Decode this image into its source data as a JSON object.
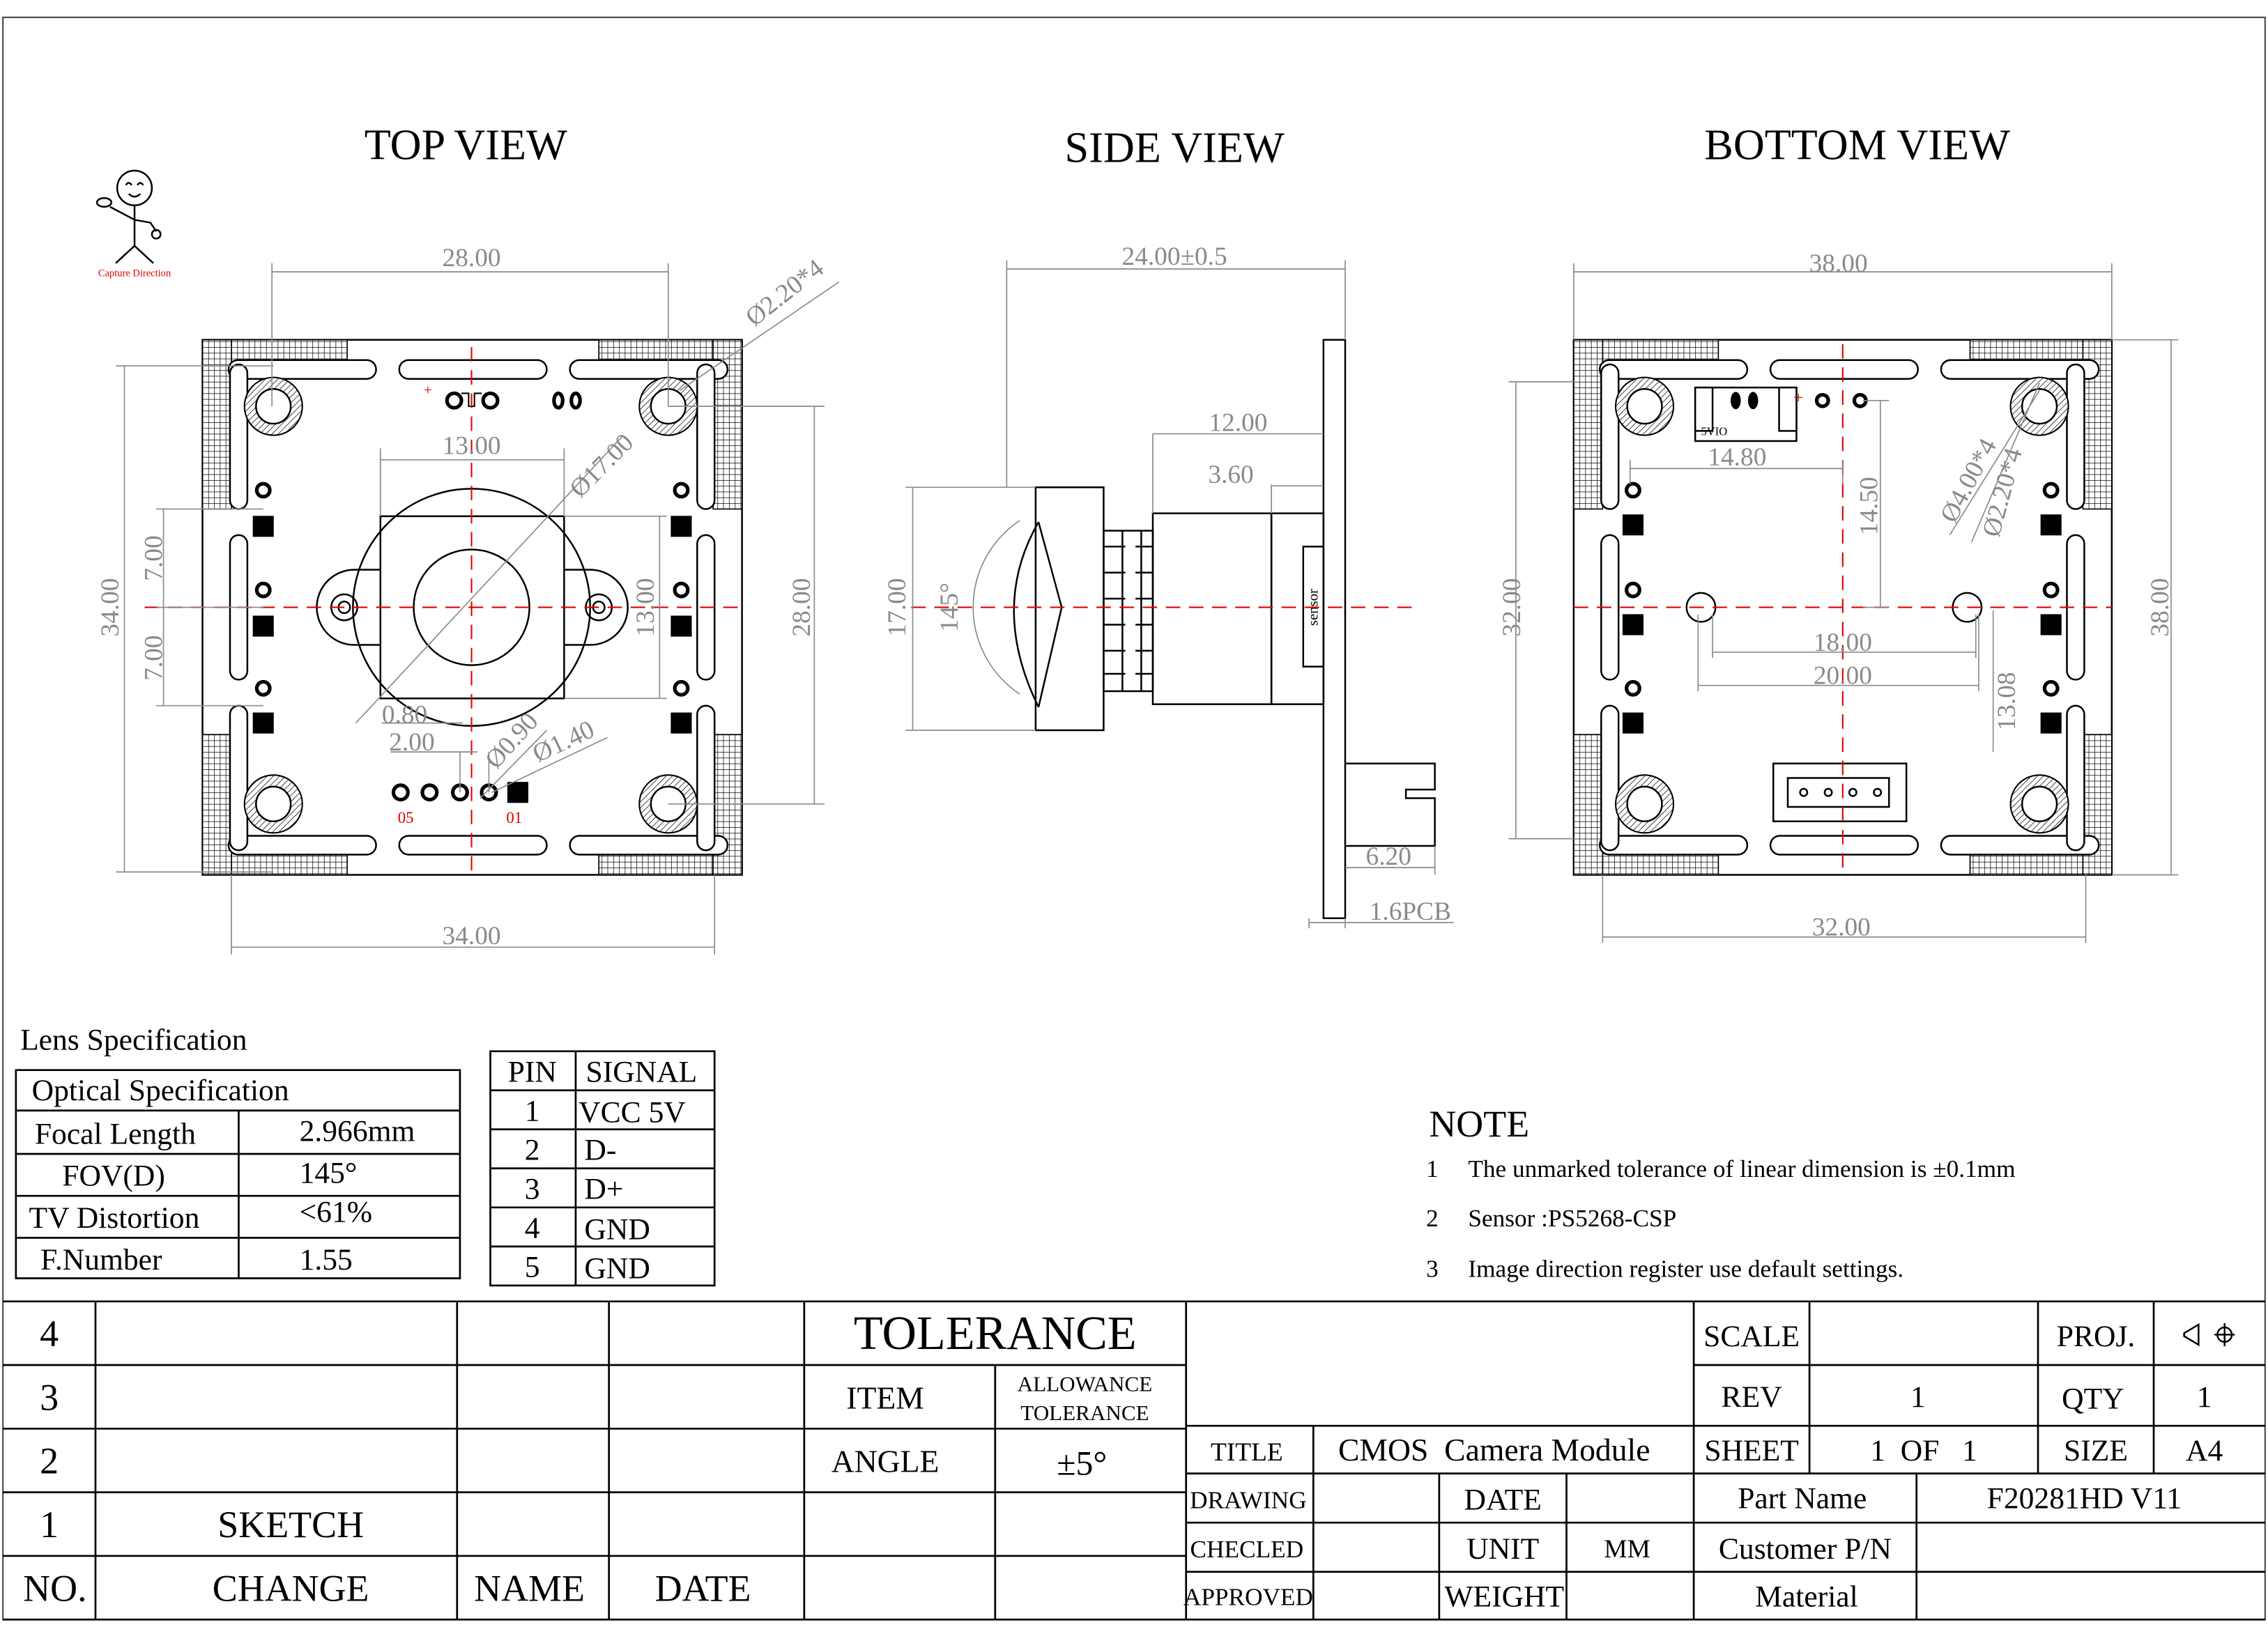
{
  "views": {
    "top": "TOP VIEW",
    "side": "SIDE VIEW",
    "bottom": "BOTTOM VIEW"
  },
  "logo": {
    "caption": "Capture Direction"
  },
  "top_view": {
    "dim_width_holes": "28.00",
    "dim_width_board": "34.00",
    "dim_height_board": "34.00",
    "dim_height_holes": "28.00",
    "dim_pad_up": "7.00",
    "dim_pad_down": "7.00",
    "dim_holder": "13.00",
    "dim_holder_v": "13.00",
    "dim_lens_dia": "Ø17.00",
    "dim_hole_dia": "Ø2.20*4",
    "dim_0_80": "0.80",
    "dim_2_00": "2.00",
    "dim_pin_dia": "Ø0.90",
    "dim_pad_dia": "Ø1.40",
    "pin_label_left": "05",
    "pin_label_right": "01"
  },
  "side_view": {
    "dim_total": "24.00±0.5",
    "dim_holder": "12.00",
    "dim_base": "3.60",
    "dim_lens_h": "17.00",
    "dim_fov": "145°",
    "sensor_label": "sensor",
    "dim_connector": "6.20",
    "dim_pcb": "1.6PCB"
  },
  "bottom_view": {
    "dim_top": "38.00",
    "dim_bottom": "32.00",
    "dim_left": "32.00",
    "dim_right": "38.00",
    "dim_14_80": "14.80",
    "dim_14_50": "14.50",
    "dim_18_00": "18.00",
    "dim_20_00": "20.00",
    "dim_13_08": "13.08",
    "dim_hole_outer": "Ø4.00*4",
    "dim_hole_inner": "Ø2.20*4",
    "connector_label": "5VIO"
  },
  "lens_spec": {
    "heading": "Lens Specification",
    "table_title": "Optical Specification",
    "rows": [
      {
        "label": "Focal Length",
        "value": "2.966mm"
      },
      {
        "label": "FOV(D)",
        "value": "145°"
      },
      {
        "label": "TV Distortion",
        "value": "<61%"
      },
      {
        "label": "F.Number",
        "value": "1.55"
      }
    ]
  },
  "pin_table": {
    "headers": [
      "PIN",
      "SIGNAL"
    ],
    "rows": [
      {
        "pin": "1",
        "signal": "VCC 5V"
      },
      {
        "pin": "2",
        "signal": "D-"
      },
      {
        "pin": "3",
        "signal": "D+"
      },
      {
        "pin": "4",
        "signal": "GND"
      },
      {
        "pin": "5",
        "signal": "GND"
      }
    ]
  },
  "notes": {
    "heading": "NOTE",
    "items": [
      {
        "num": "1",
        "text": "The unmarked tolerance of linear dimension is ±0.1mm"
      },
      {
        "num": "2",
        "text": "Sensor :PS5268-CSP"
      },
      {
        "num": "3",
        "text": "Image direction register use default settings."
      }
    ]
  },
  "revision_block": {
    "rows": [
      "4",
      "3",
      "2",
      "1"
    ],
    "row1_change": "SKETCH",
    "headers": {
      "no": "NO.",
      "change": "CHANGE",
      "name": "NAME",
      "date": "DATE"
    }
  },
  "tolerance": {
    "title": "TOLERANCE",
    "item_header": "ITEM",
    "allowance_header_1": "ALLOWANCE",
    "allowance_header_2": "TOLERANCE",
    "item": "ANGLE",
    "value": "±5°"
  },
  "title_block": {
    "scale_label": "SCALE",
    "scale_value": "",
    "proj_label": "PROJ.",
    "rev_label": "REV",
    "rev_value": "1",
    "qty_label": "QTY",
    "qty_value": "1",
    "title_label": "TITLE",
    "title_value": "CMOS  Camera Module",
    "sheet_label": "SHEET",
    "sheet_value": "1  OF   1",
    "size_label": "SIZE",
    "size_value": "A4",
    "drawing_label": "DRAWING",
    "date_label": "DATE",
    "part_name_label": "Part Name",
    "part_name_value": "F20281HD V11",
    "checked_label": "CHECLED",
    "unit_label": "UNIT",
    "unit_value": "MM",
    "customer_pn_label": "Customer P/N",
    "approved_label": "APPROVED",
    "weight_label": "WEIGHT",
    "material_label": "Material"
  }
}
